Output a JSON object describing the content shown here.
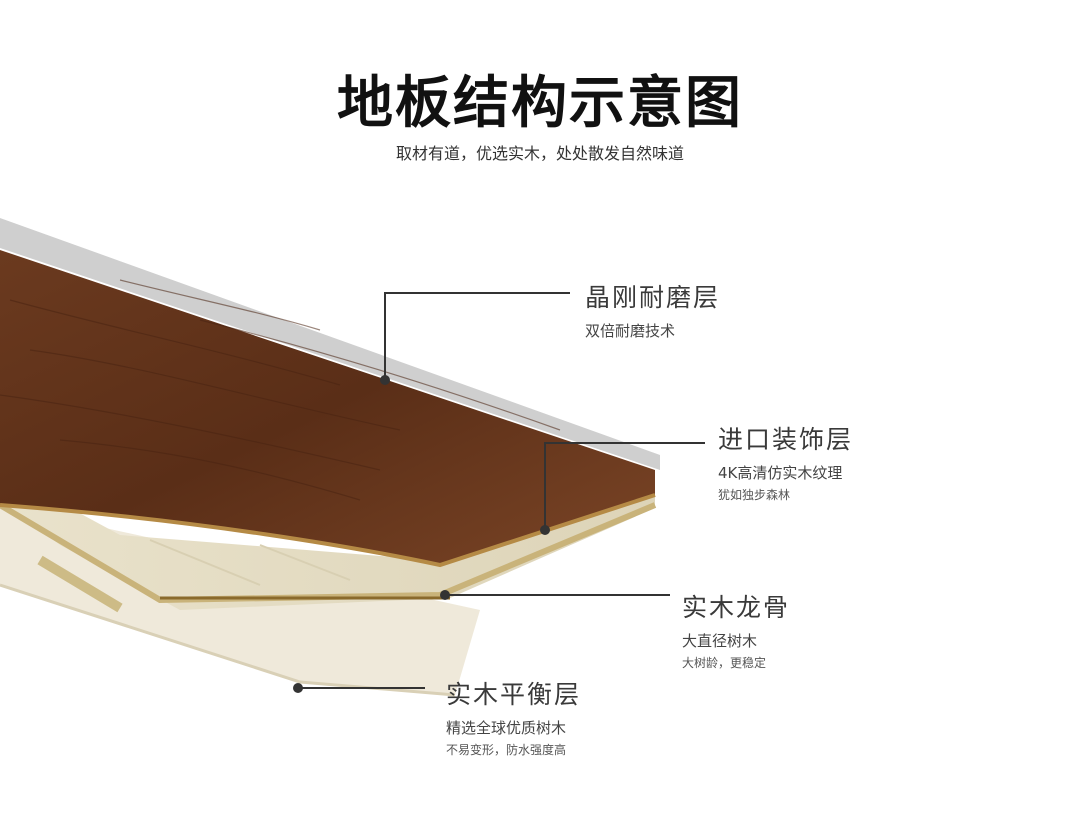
{
  "header": {
    "title": "地板结构示意图",
    "subtitle": "取材有道，优选实木，处处散发自然味道"
  },
  "layers": [
    {
      "name": "晶刚耐磨层",
      "line1": "双倍耐磨技术",
      "line2": ""
    },
    {
      "name": "进口装饰层",
      "line1": "4K高清仿实木纹理",
      "line2": "犹如独步森林"
    },
    {
      "name": "实木龙骨",
      "line1": "大直径树木",
      "line2": "大树龄，更稳定"
    },
    {
      "name": "实木平衡层",
      "line1": "精选全球优质树木",
      "line2": "不易变形，防水强度高"
    }
  ],
  "colors": {
    "wood_dark": "#5a2e17",
    "wood_light": "#7b4526",
    "wear_layer": "#cfcfcf",
    "core": "#e3dcc5",
    "balance": "#efe9da",
    "callout_line": "#333333"
  }
}
